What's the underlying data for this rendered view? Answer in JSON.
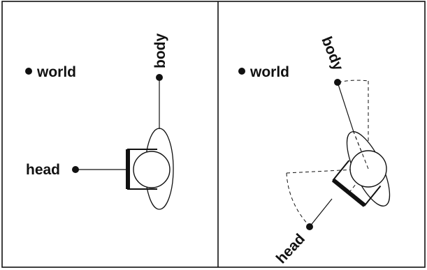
{
  "panels": [
    {
      "id": "left",
      "labels": {
        "world": "world",
        "body": "body",
        "head": "head"
      }
    },
    {
      "id": "right",
      "labels": {
        "world": "world",
        "body": "body",
        "head": "head"
      }
    }
  ],
  "colors": {
    "stroke": "#111111",
    "background": "#ffffff"
  }
}
